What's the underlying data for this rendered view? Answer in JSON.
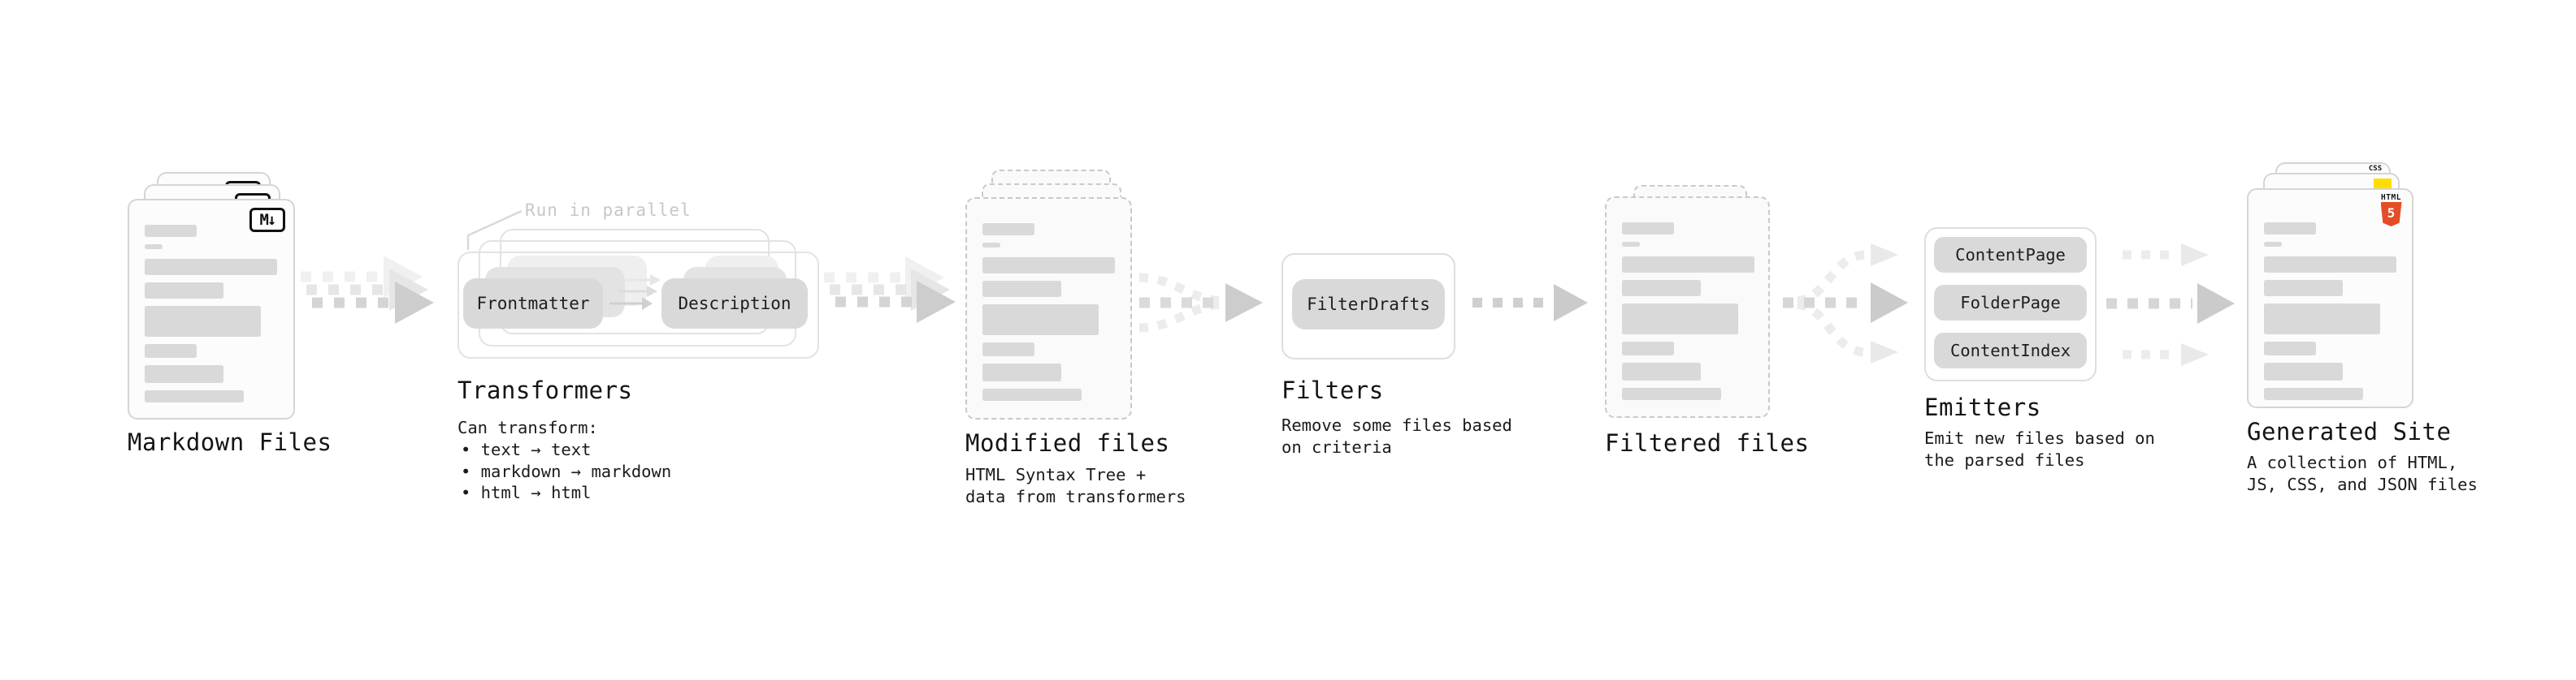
{
  "stages": {
    "markdown_files": {
      "label": "Markdown Files",
      "icon_text": "M↓"
    },
    "transformers": {
      "label": "Transformers",
      "annotation": "Run in parallel",
      "source_pill": "Frontmatter",
      "target_pill": "Description",
      "note_heading": "Can transform:",
      "bullets": [
        "• text → text",
        "• markdown → markdown",
        "• html → html"
      ]
    },
    "modified_files": {
      "label": "Modified files",
      "description": "HTML Syntax Tree +\ndata from transformers"
    },
    "filters": {
      "label": "Filters",
      "pill": "FilterDrafts",
      "description": "Remove some files based\non criteria"
    },
    "filtered_files": {
      "label": "Filtered files"
    },
    "emitters": {
      "label": "Emitters",
      "pills": [
        "ContentPage",
        "FolderPage",
        "ContentIndex"
      ],
      "description": "Emit new files based on\nthe parsed files"
    },
    "generated_site": {
      "label": "Generated Site",
      "description": "A collection of HTML,\nJS, CSS, and JSON files",
      "html_badge": {
        "text": "HTML",
        "number": "5"
      },
      "css_badge": "CSS"
    }
  },
  "colors": {
    "html5_orange": "#e44d26",
    "js_yellow": "#ffdd00",
    "css_blue": "#2d63ec",
    "pill_gray": "#d9d9d9",
    "skeleton_gray": "#d9d9d9",
    "card_border_gray": "#d5d5d5",
    "container_border_gray": "#e3e3e3",
    "arrow_gray": "#d4d4d4",
    "arrow_ghost_gray": "#ececec",
    "annotation_gray": "#c7c7c7",
    "text_dark": "#141414"
  }
}
